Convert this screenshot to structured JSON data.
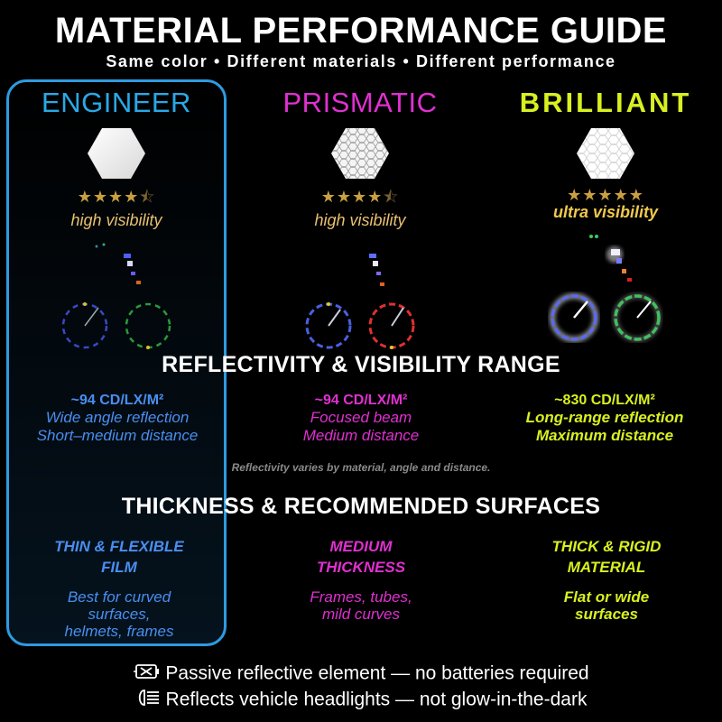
{
  "header": {
    "title": "MATERIAL PERFORMANCE GUIDE",
    "subtitle": "Same color • Different materials • Different performance"
  },
  "materials": [
    {
      "name": "ENGINEER",
      "stars": "★★★★",
      "star_extra": "⯪",
      "rating": 4.5,
      "visibility": "high visibility",
      "color": "#2aa8e6"
    },
    {
      "name": "PRISMATIC",
      "stars": "★★★★",
      "star_extra": "⯪",
      "rating": 4.5,
      "visibility": "high visibility",
      "color": "#e030d0"
    },
    {
      "name": "BRILLIANT",
      "stars": "★★★★★",
      "star_extra": "",
      "rating": 5,
      "visibility": "ultra visibility",
      "color": "#d8f020"
    }
  ],
  "reflectivity": {
    "title": "REFLECTIVITY & VISIBILITY RANGE",
    "items": [
      {
        "value": "~94 CD/LX/M²",
        "line1": "Wide angle reflection",
        "line2": "Short–medium distance"
      },
      {
        "value": "~94 CD/LX/M²",
        "line1": "Focused beam",
        "line2": "Medium distance"
      },
      {
        "value": "~830 CD/LX/M²",
        "line1": "Long-range reflection",
        "line2": "Maximum distance"
      }
    ],
    "note": "Reflectivity varies by material, angle and distance."
  },
  "thickness": {
    "title": "THICKNESS & RECOMMENDED SURFACES",
    "items": [
      {
        "head1": "THIN & FLEXIBLE",
        "head2": "FILM",
        "sub1": "Best for curved",
        "sub2": "surfaces,",
        "sub3": "helmets, frames"
      },
      {
        "head1": "MEDIUM",
        "head2": "THICKNESS",
        "sub1": "Frames, tubes,",
        "sub2": "mild curves",
        "sub3": ""
      },
      {
        "head1": "THICK & RIGID",
        "head2": "MATERIAL",
        "sub1": "Flat or wide",
        "sub2": "surfaces",
        "sub3": ""
      }
    ]
  },
  "footer": {
    "line1": "Passive reflective element — no batteries required",
    "line2": "Reflects vehicle headlights — not glow-in-the-dark",
    "icon1": "no-battery-icon",
    "icon2": "headlight-icon"
  }
}
